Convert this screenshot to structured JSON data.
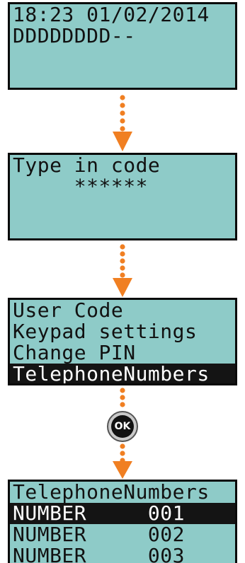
{
  "colors": {
    "lcd_background": "#8ecbc8",
    "lcd_border": "#0a0a0a",
    "selection_background": "#141414",
    "arrow": "#f07f22"
  },
  "screen1": {
    "line1": "18:23 01/02/2014",
    "line2": "DDDDDDDD--"
  },
  "screen2": {
    "line1": "Type in code",
    "line2": "     ******"
  },
  "screen3": {
    "items": [
      "User Code",
      "Keypad settings",
      "Change PIN",
      "TelephoneNumbers"
    ],
    "selected_index": 3
  },
  "ok_button": {
    "label": "OK"
  },
  "screen4": {
    "title": "TelephoneNumbers",
    "rows": [
      "NUMBER     001",
      "NUMBER     002",
      "NUMBER     003"
    ],
    "selected_index": 0
  },
  "icons": {
    "connector": "down-arrow-icon",
    "ok": "ok-icon"
  }
}
